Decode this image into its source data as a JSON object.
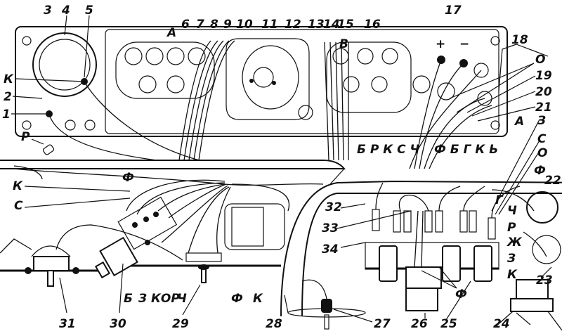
{
  "diagram": {
    "type": "wiring-diagram",
    "part_numbers": {
      "n1": "1",
      "n2": "2",
      "n3": "3",
      "n4": "4",
      "n5": "5",
      "n6": "6",
      "n7": "7",
      "n8": "8",
      "n9": "9",
      "n10": "10",
      "n11": "11",
      "n12": "12",
      "n13": "13",
      "n14": "14",
      "n15": "15",
      "n16": "16",
      "n17": "17",
      "n18": "18",
      "n19": "19",
      "n20": "20",
      "n21": "21",
      "n22": "22",
      "n23": "23",
      "n24": "24",
      "n25": "25",
      "n26": "26",
      "n27": "27",
      "n28": "28",
      "n29": "29",
      "n30": "30",
      "n31": "31",
      "n32": "32",
      "n33": "33",
      "n34": "34"
    },
    "wire_letters": {
      "top_k": "К",
      "top_r": "Р",
      "top_a": "А",
      "top_v": "В",
      "plus": "+",
      "minus": "−",
      "right_o": "О",
      "right_a": "А",
      "group_left": "Б Р К С Ч",
      "group_mid": "Ф Б Г К Ь",
      "r_z": "З",
      "r_s": "С",
      "r_o": "О",
      "r_f": "Ф",
      "r_g": "Г",
      "r_ch": "Ч",
      "r_r": "Р",
      "r_zh": "Ж",
      "r_z2": "З",
      "r_k": "К",
      "f26": "Ф",
      "left_k": "К",
      "left_s": "С",
      "left_f": "Ф",
      "b_b": "Б",
      "b_z": "З",
      "b_kor": "КОР",
      "b_ch": "Ч",
      "b_f": "Ф",
      "b_k": "К"
    }
  }
}
